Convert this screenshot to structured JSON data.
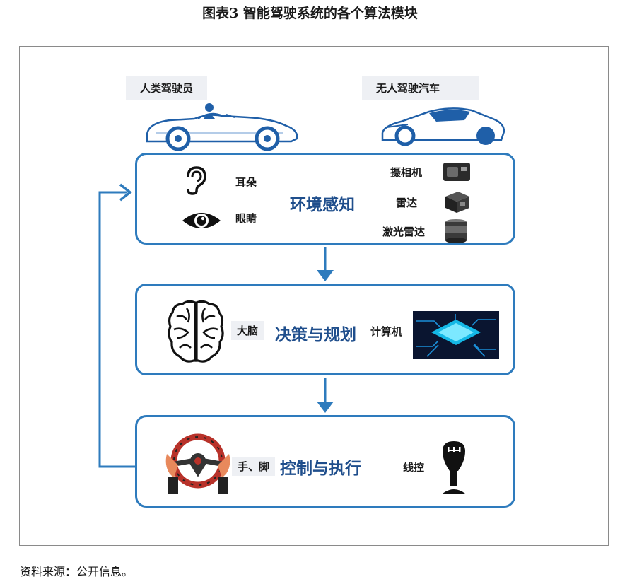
{
  "title": "图表3  智能驾驶系统的各个算法模块",
  "top": {
    "human_driver": "人类驾驶员",
    "autonomous_car": "无人驾驶汽车"
  },
  "perception": {
    "title": "环境感知",
    "ear": "耳朵",
    "eye": "眼睛",
    "camera": "摄相机",
    "radar": "雷达",
    "lidar": "激光雷达"
  },
  "planning": {
    "title": "决策与规划",
    "brain": "大脑",
    "computer": "计算机"
  },
  "control": {
    "title": "控制与执行",
    "hands_feet": "手、脚",
    "wire_control": "线控"
  },
  "source": "资料来源：公开信息。",
  "colors": {
    "accent": "#2e7bbd",
    "heading": "#1f4e8c"
  }
}
